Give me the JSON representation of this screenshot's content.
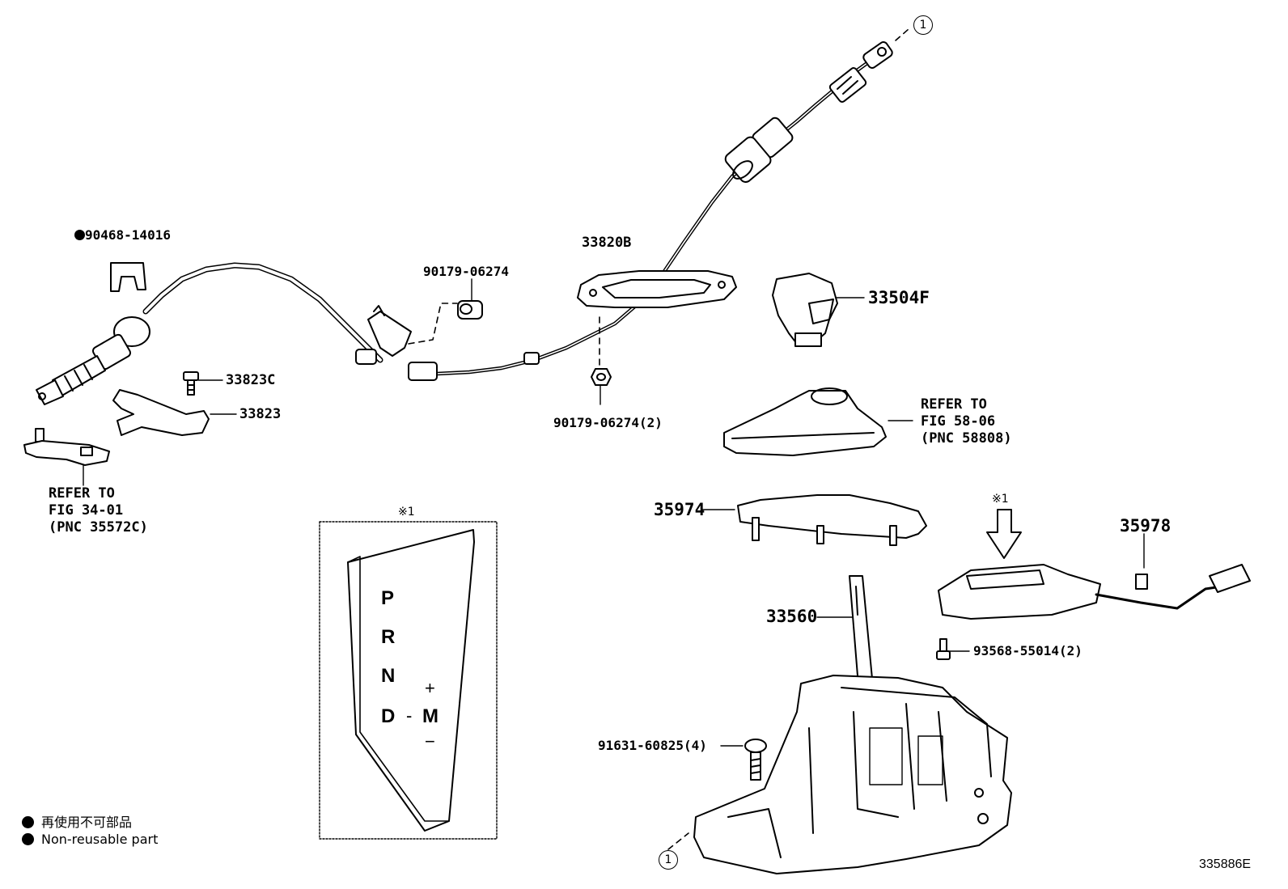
{
  "labels": {
    "p90468": "90468-14016",
    "p33823c": "33823C",
    "p33823": "33823",
    "p90179a": "90179-06274",
    "p33820b": "33820B",
    "p90179b": "90179-06274(2)",
    "p33504f": "33504F",
    "p35974": "35974",
    "p35978": "35978",
    "p33560": "33560",
    "p93568": "93568-55014(2)",
    "p91631": "91631-60825(4)"
  },
  "refs": {
    "left": "REFER TO\nFIG 34-01\n(PNC 35572C)",
    "right": "REFER TO\nFIG 58-06\n(PNC 58808)"
  },
  "callout": "1",
  "note_mark": "※1",
  "gear_panel": {
    "gears": [
      "P",
      "R",
      "N",
      "D"
    ],
    "minus_left": "-",
    "m": "M",
    "plus": "+",
    "minus": "−"
  },
  "legend": {
    "jp": "再使用不可部品",
    "en": "Non-reusable part"
  },
  "image_id": "335886E",
  "colors": {
    "ink": "#000000",
    "background": "#ffffff"
  }
}
